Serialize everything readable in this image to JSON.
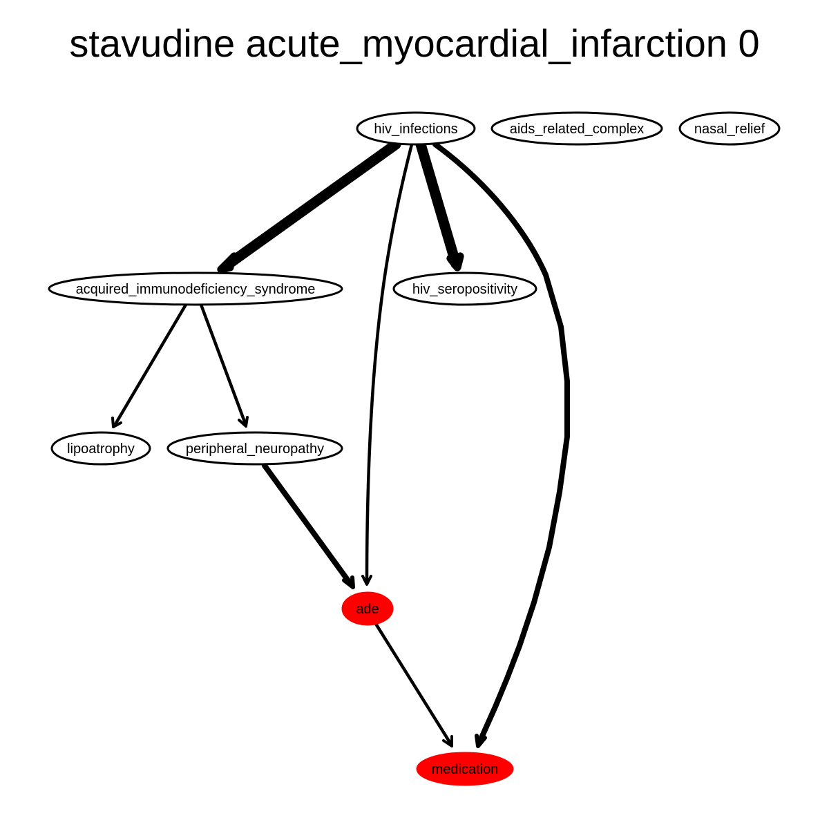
{
  "title": "stavudine acute_myocardial_infarction 0",
  "colors": {
    "default_node_fill": "#ffffff",
    "highlight_node_fill": "#ff0000",
    "stroke": "#000000"
  },
  "nodes": [
    {
      "id": "hiv_infections",
      "label": "hiv_infections",
      "highlighted": false
    },
    {
      "id": "aids_related_complex",
      "label": "aids_related_complex",
      "highlighted": false
    },
    {
      "id": "nasal_relief",
      "label": "nasal_relief",
      "highlighted": false
    },
    {
      "id": "acquired_immunodeficiency_syndrome",
      "label": "acquired_immunodeficiency_syndrome",
      "highlighted": false
    },
    {
      "id": "hiv_seropositivity",
      "label": "hiv_seropositivity",
      "highlighted": false
    },
    {
      "id": "lipoatrophy",
      "label": "lipoatrophy",
      "highlighted": false
    },
    {
      "id": "peripheral_neuropathy",
      "label": "peripheral_neuropathy",
      "highlighted": false
    },
    {
      "id": "ade",
      "label": "ade",
      "highlighted": true
    },
    {
      "id": "medication",
      "label": "medication",
      "highlighted": true
    }
  ],
  "edges": [
    {
      "from": "hiv_infections",
      "to": "acquired_immunodeficiency_syndrome",
      "weight": "heavy"
    },
    {
      "from": "hiv_infections",
      "to": "ade",
      "weight": "light"
    },
    {
      "from": "hiv_infections",
      "to": "hiv_seropositivity",
      "weight": "heavy"
    },
    {
      "from": "hiv_infections",
      "to": "medication",
      "weight": "medium"
    },
    {
      "from": "acquired_immunodeficiency_syndrome",
      "to": "lipoatrophy",
      "weight": "light"
    },
    {
      "from": "acquired_immunodeficiency_syndrome",
      "to": "peripheral_neuropathy",
      "weight": "light"
    },
    {
      "from": "peripheral_neuropathy",
      "to": "ade",
      "weight": "medium"
    },
    {
      "from": "ade",
      "to": "medication",
      "weight": "light"
    }
  ]
}
